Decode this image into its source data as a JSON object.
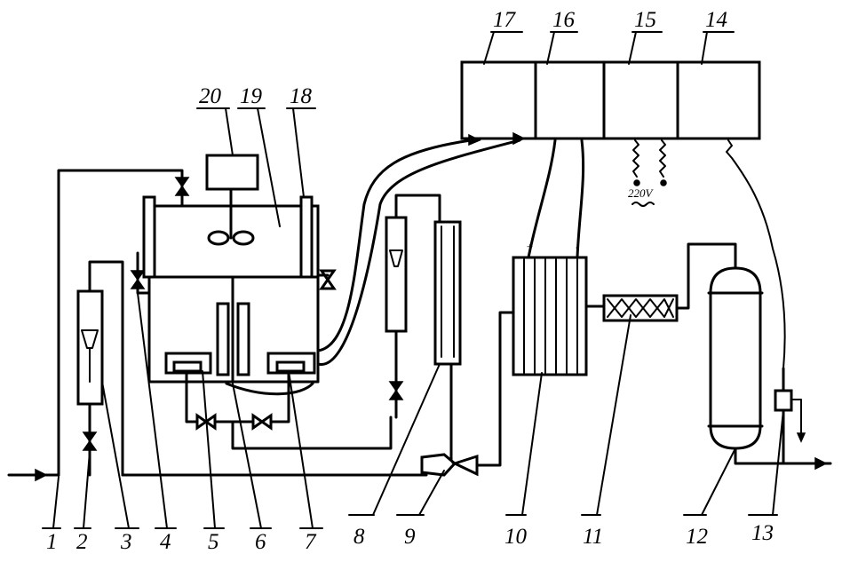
{
  "labels": {
    "n1": "1",
    "n2": "2",
    "n3": "3",
    "n4": "4",
    "n5": "5",
    "n6": "6",
    "n7": "7",
    "n8": "8",
    "n9": "9",
    "n10": "10",
    "n11": "11",
    "n12": "12",
    "n13": "13",
    "n14": "14",
    "n15": "15",
    "n16": "16",
    "n17": "17",
    "n18": "18",
    "n19": "19",
    "n20": "20"
  },
  "power_label": "220V",
  "polarity": {
    "plus": "+",
    "minus": "-"
  }
}
